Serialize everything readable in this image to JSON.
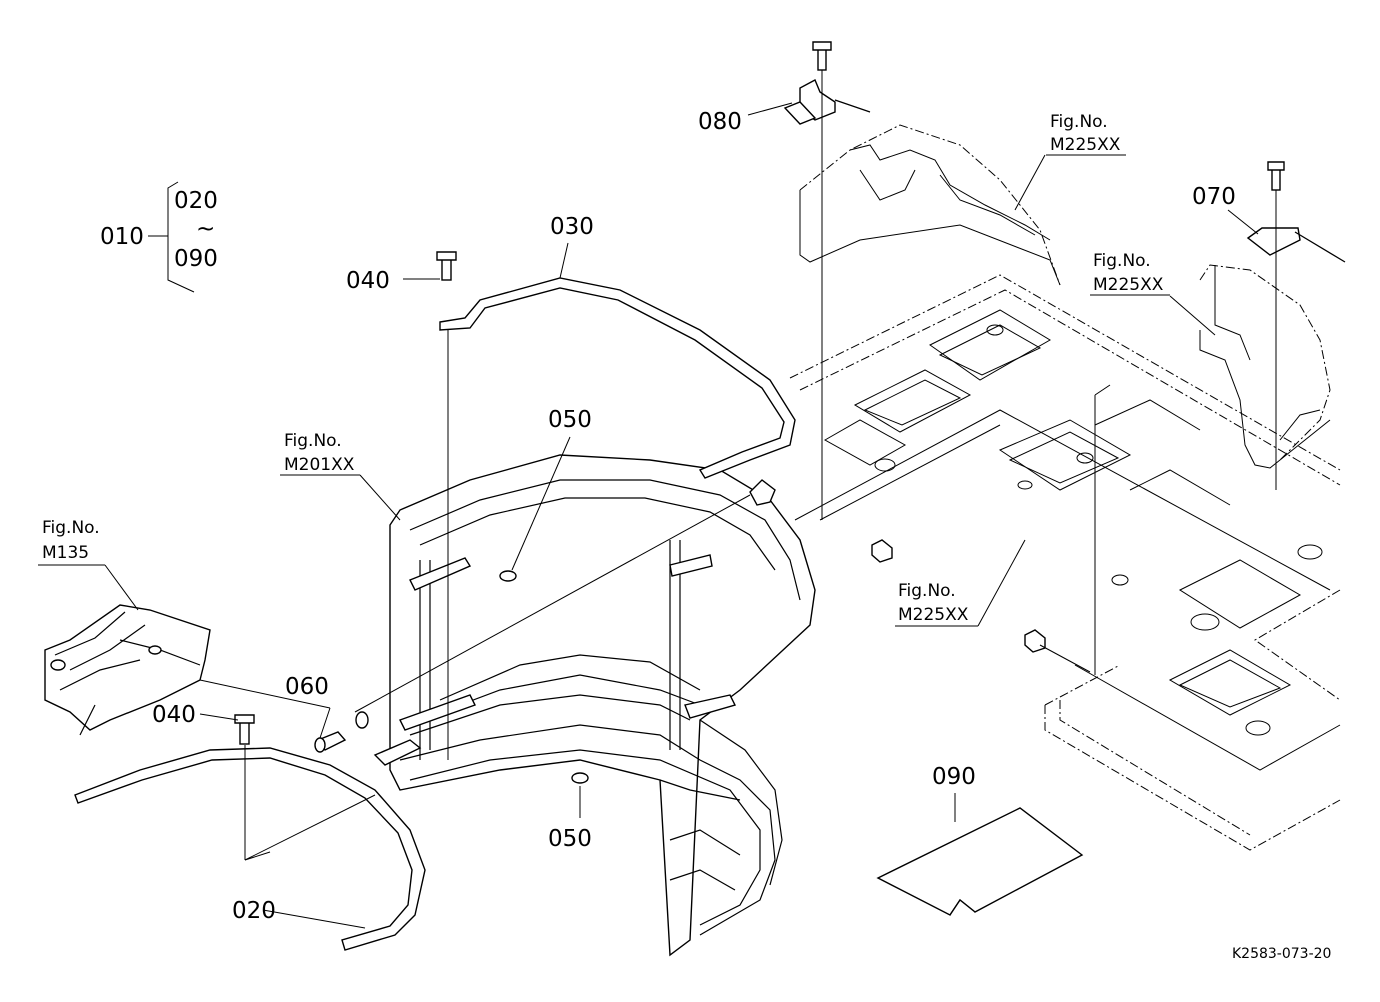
{
  "callouts": {
    "c010": "010",
    "c020_range": "020",
    "c090_range": "090",
    "range_sep": "~",
    "c030": "030",
    "c040_top": "040",
    "c040_bottom": "040",
    "c050_top": "050",
    "c050_bottom": "050",
    "c060": "060",
    "c070": "070",
    "c080": "080",
    "c090": "090",
    "c020": "020"
  },
  "fig_refs": [
    {
      "prefix": "Fig.No.",
      "code": "M225XX"
    },
    {
      "prefix": "Fig.No.",
      "code": "M225XX"
    },
    {
      "prefix": "Fig.No.",
      "code": "M225XX"
    },
    {
      "prefix": "Fig.No.",
      "code": "M201XX"
    },
    {
      "prefix": "Fig.No.",
      "code": "M135"
    }
  ],
  "drawing_id": "K2583-073-20"
}
